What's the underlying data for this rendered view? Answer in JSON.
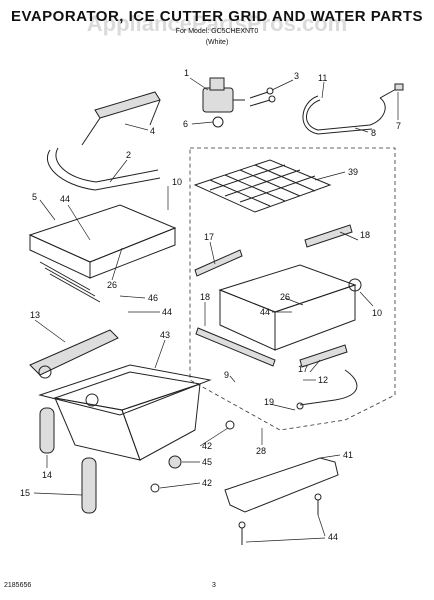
{
  "header": {
    "title": "EVAPORATOR, ICE CUTTER GRID AND WATER PARTS",
    "subtitle_model": "For Model: GC5CHEXNT0",
    "subtitle_color": "(White)",
    "watermark": "AppliancePartsPros.com"
  },
  "footer": {
    "doc_number": "2185656",
    "page_number": "3"
  },
  "callouts": [
    "1",
    "3",
    "11",
    "6",
    "7",
    "4",
    "8",
    "2",
    "39",
    "10",
    "5",
    "44",
    "17",
    "18",
    "26",
    "46",
    "44",
    "18",
    "26",
    "44",
    "10",
    "13",
    "43",
    "17",
    "12",
    "9",
    "19",
    "14",
    "42",
    "45",
    "28",
    "41",
    "15",
    "42",
    "44"
  ]
}
